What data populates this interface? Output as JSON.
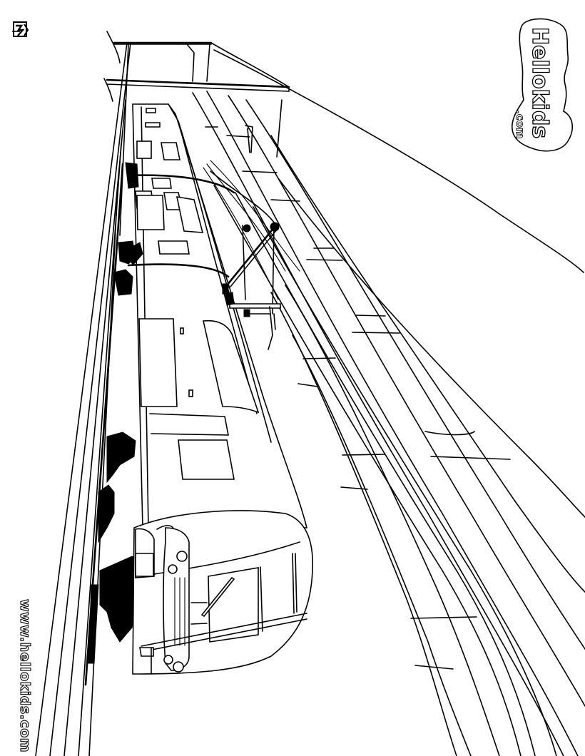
{
  "page": {
    "type": "coloring-page",
    "subject": "high-speed electric train on railway tracks with overhead catenary",
    "orientation": "rotated 90 degrees (landscape artwork on portrait page)",
    "colors": {
      "line": "#000000",
      "background": "#ffffff"
    }
  },
  "branding": {
    "logo_name": "Hellokids",
    "logo_suffix": ".com",
    "url": "www.hellokids.com",
    "corner_mark_icon": "signature-mark-icon"
  },
  "artwork": {
    "elements": [
      "train-locomotive",
      "train-cab-nose",
      "windshield-with-wiper",
      "headlights",
      "roof-panels",
      "pantograph",
      "overhead-catenary-gantry",
      "railway-tracks",
      "sleepers",
      "embankment-curve"
    ]
  }
}
